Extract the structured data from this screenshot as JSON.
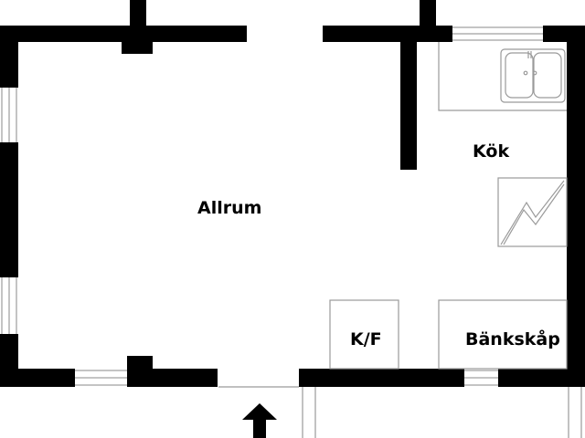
{
  "rooms": {
    "living": "Allrum",
    "kitchen": "Kök",
    "fridge": "K/F",
    "cabinet": "Bänkskåp"
  },
  "icons": {
    "sink": "double-sink-icon",
    "stove": "stove-icon",
    "entrance": "entrance-arrow-icon"
  },
  "colors": {
    "wall": "#000000",
    "fixture": "#9a9a9a"
  }
}
